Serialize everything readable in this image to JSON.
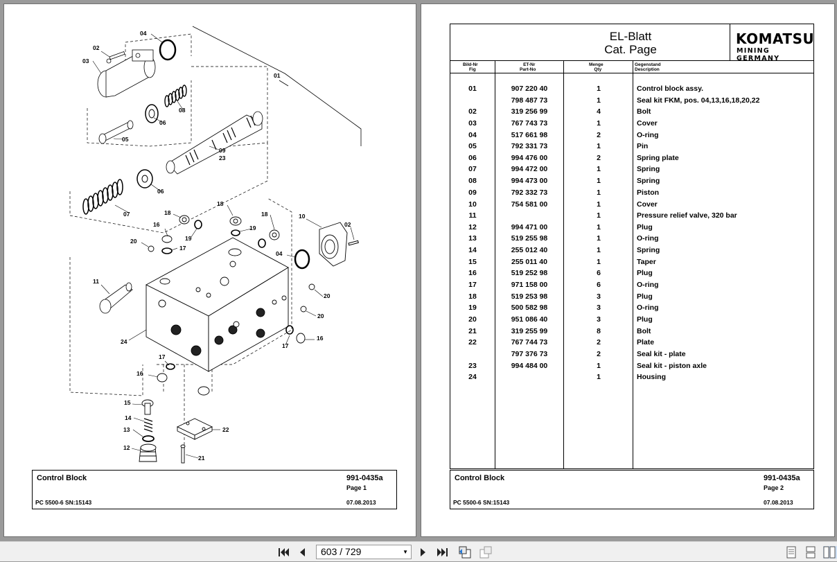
{
  "left_page": {
    "callouts": [
      "01",
      "02",
      "03",
      "04",
      "05",
      "06",
      "06",
      "07",
      "08",
      "09",
      "23",
      "10",
      "02",
      "04",
      "11",
      "12",
      "13",
      "14",
      "15",
      "16",
      "16",
      "16",
      "17",
      "17",
      "17",
      "18",
      "18",
      "18",
      "19",
      "19",
      "20",
      "20",
      "20",
      "21",
      "22",
      "24"
    ],
    "footer": {
      "title": "Control Block",
      "doc_no": "991-0435a",
      "page": "Page 1",
      "model": "PC 5500-6 SN:15143",
      "date": "07.08.2013"
    }
  },
  "right_page": {
    "title_line1": "EL-Blatt",
    "title_line2": "Cat. Page",
    "logo_main": "KOMATSU",
    "logo_sub": "MINING GERMANY",
    "columns": {
      "fig_de": "Bild-Nr",
      "fig_en": "Fig",
      "part_de": "ET-Nr",
      "part_en": "Part-No",
      "qty_de": "Menge",
      "qty_en": "Qty",
      "desc_de": "Gegenstand",
      "desc_en": "Description"
    },
    "rows": [
      {
        "fig": "01",
        "part": "907 220 40",
        "qty": "1",
        "desc": "Control block assy."
      },
      {
        "fig": "",
        "part": "798 487 73",
        "qty": "1",
        "desc": "Seal kit FKM, pos. 04,13,16,18,20,22"
      },
      {
        "fig": "02",
        "part": "319 256 99",
        "qty": "4",
        "desc": "Bolt"
      },
      {
        "fig": "03",
        "part": "767 743 73",
        "qty": "1",
        "desc": "Cover"
      },
      {
        "fig": "04",
        "part": "517 661 98",
        "qty": "2",
        "desc": "O-ring"
      },
      {
        "fig": "05",
        "part": "792 331 73",
        "qty": "1",
        "desc": "Pin"
      },
      {
        "fig": "06",
        "part": "994 476 00",
        "qty": "2",
        "desc": "Spring plate"
      },
      {
        "fig": "07",
        "part": "994 472 00",
        "qty": "1",
        "desc": "Spring"
      },
      {
        "fig": "08",
        "part": "994 473 00",
        "qty": "1",
        "desc": "Spring"
      },
      {
        "fig": "09",
        "part": "792 332 73",
        "qty": "1",
        "desc": "Piston"
      },
      {
        "fig": "10",
        "part": "754 581 00",
        "qty": "1",
        "desc": "Cover"
      },
      {
        "fig": "11",
        "part": "",
        "qty": "1",
        "desc": "Pressure relief valve, 320 bar"
      },
      {
        "fig": "12",
        "part": "994 471 00",
        "qty": "1",
        "desc": "Plug"
      },
      {
        "fig": "13",
        "part": "519 255 98",
        "qty": "1",
        "desc": "O-ring"
      },
      {
        "fig": "14",
        "part": "255 012 40",
        "qty": "1",
        "desc": "Spring"
      },
      {
        "fig": "15",
        "part": "255 011 40",
        "qty": "1",
        "desc": "Taper"
      },
      {
        "fig": "16",
        "part": "519 252 98",
        "qty": "6",
        "desc": "Plug"
      },
      {
        "fig": "17",
        "part": "971 158 00",
        "qty": "6",
        "desc": "O-ring"
      },
      {
        "fig": "18",
        "part": "519 253 98",
        "qty": "3",
        "desc": "Plug"
      },
      {
        "fig": "19",
        "part": "500 582 98",
        "qty": "3",
        "desc": "O-ring"
      },
      {
        "fig": "20",
        "part": "951 086 40",
        "qty": "3",
        "desc": "Plug"
      },
      {
        "fig": "21",
        "part": "319 255 99",
        "qty": "8",
        "desc": "Bolt"
      },
      {
        "fig": "22",
        "part": "767 744 73",
        "qty": "2",
        "desc": "Plate"
      },
      {
        "fig": "",
        "part": "797 376 73",
        "qty": "2",
        "desc": "Seal kit - plate"
      },
      {
        "fig": "23",
        "part": "994 484 00",
        "qty": "1",
        "desc": "Seal kit - piston axle"
      },
      {
        "fig": "24",
        "part": "",
        "qty": "1",
        "desc": "Housing"
      }
    ],
    "footer": {
      "title": "Control Block",
      "doc_no": "991-0435a",
      "page": "Page 2",
      "model": "PC 5500-6 SN:15143",
      "date": "07.08.2013"
    }
  },
  "toolbar": {
    "page_indicator": "603 / 729",
    "icons": [
      "first-page-icon",
      "prev-page-icon",
      "next-page-icon",
      "last-page-icon",
      "go-back-icon",
      "go-forward-icon",
      "single-page-view-icon",
      "continuous-view-icon",
      "two-page-view-icon"
    ]
  }
}
